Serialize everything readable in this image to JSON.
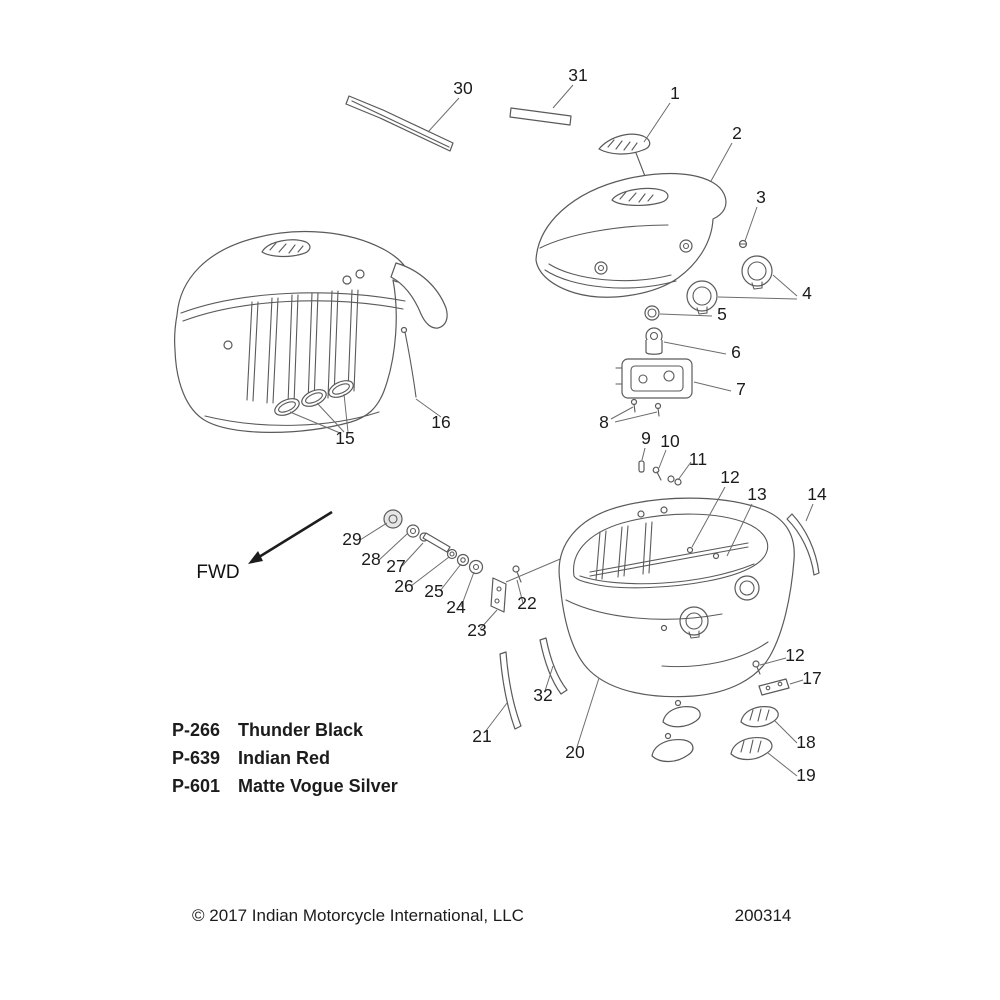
{
  "diagram": {
    "fwd_label": "FWD",
    "footer": {
      "copyright": "© 2017 Indian Motorcycle International, LLC",
      "drawing_number": "200314"
    },
    "color_options": [
      {
        "code": "P-266",
        "name": "Thunder Black"
      },
      {
        "code": "P-639",
        "name": "Indian Red"
      },
      {
        "code": "P-601",
        "name": "Matte Vogue Silver"
      }
    ],
    "callouts": [
      {
        "n": "30"
      },
      {
        "n": "31"
      },
      {
        "n": "1"
      },
      {
        "n": "2"
      },
      {
        "n": "3"
      },
      {
        "n": "4"
      },
      {
        "n": "5"
      },
      {
        "n": "6"
      },
      {
        "n": "7"
      },
      {
        "n": "8"
      },
      {
        "n": "9"
      },
      {
        "n": "10"
      },
      {
        "n": "11"
      },
      {
        "n": "12"
      },
      {
        "n": "13"
      },
      {
        "n": "14"
      },
      {
        "n": "15"
      },
      {
        "n": "16"
      },
      {
        "n": "29"
      },
      {
        "n": "28"
      },
      {
        "n": "27"
      },
      {
        "n": "26"
      },
      {
        "n": "25"
      },
      {
        "n": "24"
      },
      {
        "n": "23"
      },
      {
        "n": "22"
      },
      {
        "n": "12"
      },
      {
        "n": "17"
      },
      {
        "n": "18"
      },
      {
        "n": "19"
      },
      {
        "n": "20"
      },
      {
        "n": "21"
      },
      {
        "n": "32"
      }
    ]
  }
}
